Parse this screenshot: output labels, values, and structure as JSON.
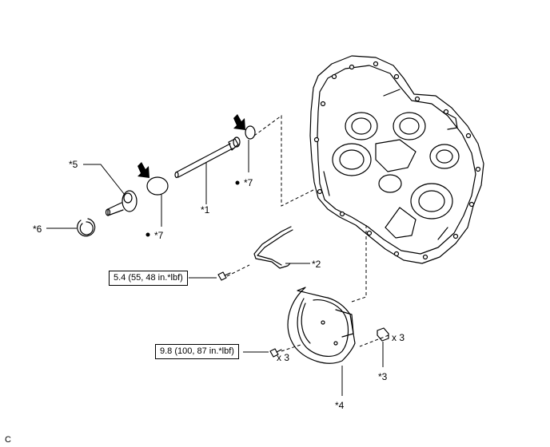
{
  "labels": {
    "p1": "*1",
    "p2": "*2",
    "p3": "*3",
    "p4": "*4",
    "p5": "*5",
    "p6": "*6",
    "p7a": "*7",
    "p7b": "*7"
  },
  "torque": {
    "t1": "5.4 (55, 48 in.*lbf)",
    "t2": "9.8 (100, 87 in.*lbf)"
  },
  "qty": {
    "bolts": "x 3",
    "clips": "x 3"
  },
  "corner_mark": "C",
  "icons": {
    "arrow": "apply-direction-arrow-icon",
    "dot": "one-time-use-dot-icon"
  }
}
